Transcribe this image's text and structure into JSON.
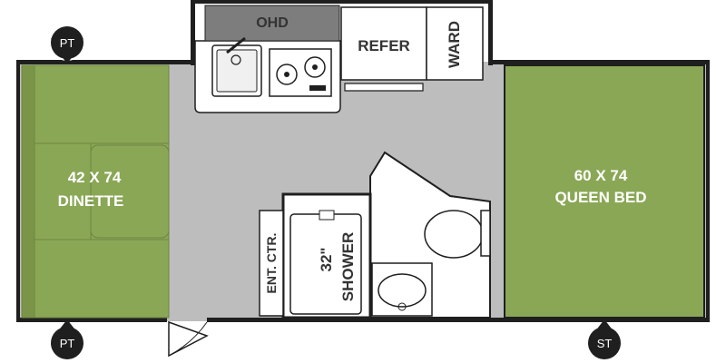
{
  "colors": {
    "floor": "#bdbdbd",
    "green": "#8aa756",
    "green_dark": "#7a9548",
    "wall": "#1f1f1f",
    "cabinet": "#e8e8e8",
    "ohd": "#7d7d7d",
    "text_light": "#ffffff",
    "text_dark": "#333333"
  },
  "rooms": {
    "dinette": {
      "size": "42 X 74",
      "name": "DINETTE"
    },
    "queen_bed": {
      "size": "60 X 74",
      "name": "QUEEN BED"
    },
    "shower": {
      "size": "32\"",
      "name": "SHOWER"
    }
  },
  "galley": {
    "ohd": "OHD",
    "refer": "REFER",
    "ward": "WARD"
  },
  "entertainment_center": "ENT. CTR.",
  "markers": {
    "top_left": "PT",
    "bottom_left": "PT",
    "bottom_right": "ST"
  }
}
